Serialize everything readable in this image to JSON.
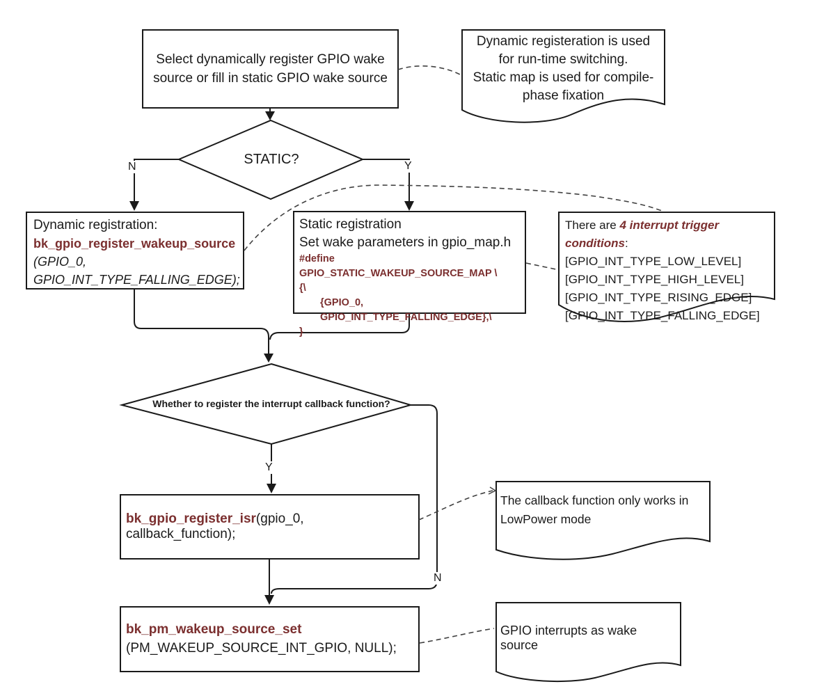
{
  "colors": {
    "line": "#1a1a1a",
    "accent_maroon": "#7b2f2f",
    "dashed_connector": "#404040",
    "background": "#ffffff"
  },
  "nodes": {
    "start_box": {
      "text": "Select dynamically register GPIO wake\nsource or fill in static GPIO wake source"
    },
    "decision_static": {
      "label": "STATIC?"
    },
    "dynamic_box": {
      "title": "Dynamic registration:",
      "function": "bk_gpio_register_wakeup_source",
      "arg_line1": "(GPIO_0,",
      "arg_line2": "GPIO_INT_TYPE_FALLING_EDGE);"
    },
    "static_box": {
      "title": "Static registration",
      "subtitle": "Set wake parameters in gpio_map.h",
      "code_line1": "#define GPIO_STATIC_WAKEUP_SOURCE_MAP  \\",
      "code_line2": "{\\",
      "code_line3": "{GPIO_0, GPIO_INT_TYPE_FALLING_EDGE},\\",
      "code_line4": "}"
    },
    "decision_callback": {
      "label": "Whether to register the interrupt callback function?"
    },
    "isr_box": {
      "function": "bk_gpio_register_isr",
      "args": "(gpio_0, callback_function);"
    },
    "pm_box": {
      "function": "bk_pm_wakeup_source_set",
      "args": "(PM_WAKEUP_SOURCE_INT_GPIO, NULL);"
    }
  },
  "callouts": {
    "registration_note": {
      "text": "Dynamic registeration is used\nfor run-time switching.\nStatic map is used for compile-\nphase fixation"
    },
    "trigger_note": {
      "prefix": "There are ",
      "emphasis": "4 interrupt trigger conditions",
      "suffix": ":",
      "items": "[GPIO_INT_TYPE_LOW_LEVEL]\n[GPIO_INT_TYPE_HIGH_LEVEL]\n[GPIO_INT_TYPE_RISING_EDGE]\n[GPIO_INT_TYPE_FALLING_EDGE]"
    },
    "callback_note": {
      "text": "The callback function only works in\nLowPower mode"
    },
    "wake_note": {
      "text": "GPIO interrupts as wake source"
    }
  },
  "edge_labels": {
    "static_no": "N",
    "static_yes": "Y",
    "callback_yes": "Y",
    "callback_no": "N"
  }
}
